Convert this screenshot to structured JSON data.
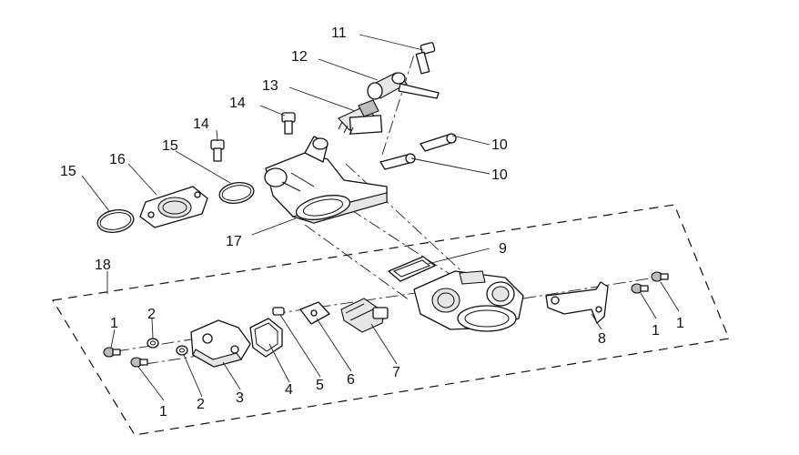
{
  "callouts": {
    "c1a": "1",
    "c1b": "1",
    "c1c": "1",
    "c1d": "1",
    "c2a": "2",
    "c2b": "2",
    "c3": "3",
    "c4": "4",
    "c5": "5",
    "c6": "6",
    "c7": "7",
    "c8": "8",
    "c9": "9",
    "c10a": "10",
    "c10b": "10",
    "c11": "11",
    "c12": "12",
    "c13": "13",
    "c14a": "14",
    "c14b": "14",
    "c15a": "15",
    "c15b": "15",
    "c16": "16",
    "c17": "17",
    "c18": "18"
  }
}
